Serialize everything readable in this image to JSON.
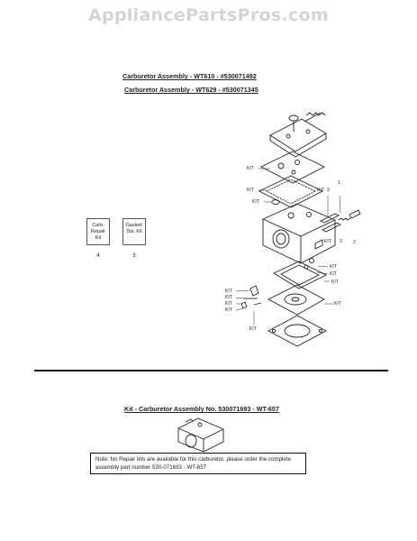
{
  "watermark": "AppliancePartsPros.com",
  "assembly_titles": {
    "wt610": "Carburetor Assembly - WT610 - #530071492",
    "wt629": "Carburetor Assembly - WT629 - #530071345"
  },
  "kits": [
    {
      "label": "Carb. Repair Kit",
      "number": "4"
    },
    {
      "label": "Gasket/ Dia. Kit",
      "number": "5"
    }
  ],
  "callouts": {
    "kit": "KIT",
    "num1": "1",
    "num2": "2",
    "num3": "3"
  },
  "kit_assembly_title": "Kit - Carburetor Assembly No. 530071693 - WT-657",
  "note": "Note: No Repair kits are available for this carburetor, please order the complete assembly part number 530-071693 - WT-657"
}
